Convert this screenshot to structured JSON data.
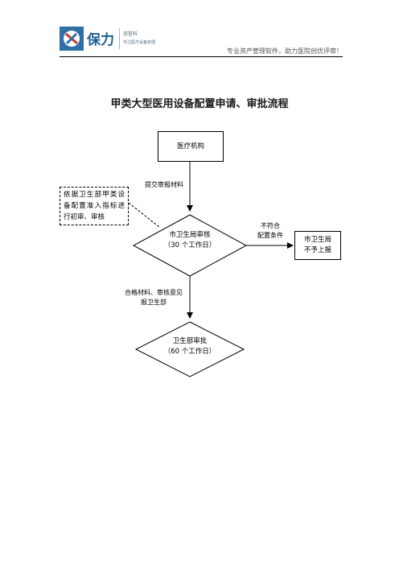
{
  "header": {
    "logo_main": "保力",
    "logo_sub1": "双誉科",
    "logo_sub2": "专注医疗设备管理",
    "tagline": "专业资产管理软件，助力医院创优评审！"
  },
  "title": "甲类大型医用设备配置申请、审批流程",
  "nodes": {
    "start": "医疗机构",
    "review_line1": "市卫生局审核",
    "review_line2": "（30 个工作日）",
    "reject_line1": "市卫生局",
    "reject_line2": "不予上报",
    "approve_line1": "卫生部审批",
    "approve_line2": "（60 个工作日）"
  },
  "note": "依据卫生部甲类设备配置准入指标进行初审、审核",
  "edges": {
    "submit": "提交审报材料",
    "fail_line1": "不符合",
    "fail_line2": "配置条件",
    "pass_line1": "合格材料、审核意见",
    "pass_line2": "报卫生部"
  },
  "colors": {
    "brand": "#2f6fa6"
  }
}
